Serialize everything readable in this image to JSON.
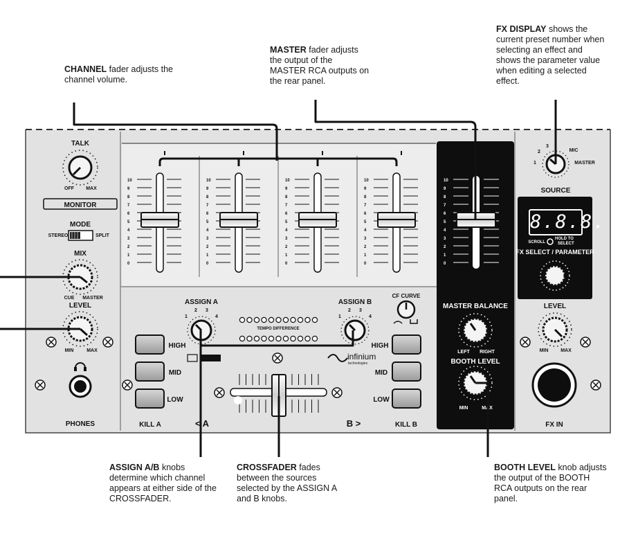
{
  "annotations": {
    "channel": {
      "title": "CHANNEL",
      "text": " fader adjusts the channel volume."
    },
    "master": {
      "title": "MASTER",
      "text": " fader adjusts the output of the MASTER RCA outputs on the rear panel."
    },
    "fx_display": {
      "title": "FX DISPLAY",
      "text": " shows the current preset number when selecting an effect and shows the parameter value when editing a selected effect."
    },
    "assign": {
      "title": "ASSIGN A/B",
      "text": " knobs determine which channel appears at either side of the CROSSFADER."
    },
    "crossfader": {
      "title": "CROSSFADER",
      "text": " fades between the sources selected by the ASSIGN A and B knobs."
    },
    "booth": {
      "title": "BOOTH LEVEL",
      "text": " knob adjusts the output of the BOOTH RCA outputs on the rear panel."
    }
  },
  "left_panel": {
    "talk": "TALK",
    "talk_off": "OFF",
    "talk_max": "MAX",
    "monitor": "MONITOR",
    "mode": "MODE",
    "stereo": "STEREO",
    "split": "SPLIT",
    "mix": "MIX",
    "cue": "CUE",
    "master": "MASTER",
    "level": "LEVEL",
    "min": "MIN",
    "max": "MAX",
    "phones": "PHONES"
  },
  "fader_scale": [
    "10",
    "9",
    "8",
    "7",
    "6",
    "5",
    "4",
    "3",
    "2",
    "1",
    "0"
  ],
  "center": {
    "assign_a": "ASSIGN A",
    "assign_b": "ASSIGN B",
    "assign_nums": [
      "1",
      "2",
      "3",
      "4"
    ],
    "tempo": "TEMPO DIFFERENCE",
    "cf_curve": "CF CURVE",
    "high": "HIGH",
    "mid": "MID",
    "low": "LOW",
    "kill_a": "KILL A",
    "kill_b": "KILL B",
    "a_label": "< A",
    "b_label": "B >",
    "brand": "infinium",
    "brand_sub": "technologies"
  },
  "right_panel": {
    "master_balance": "MASTER BALANCE",
    "left": "LEFT",
    "right": "RIGHT",
    "booth_level": "BOOTH LEVEL",
    "min": "MIN",
    "max": "MAX",
    "source": "SOURCE",
    "src_1": "1",
    "src_2": "2",
    "src_3": "3",
    "src_mic": "MIC",
    "src_master": "MASTER",
    "display": "8.8.8.",
    "scroll": "SCROLL",
    "hold_to": "HOLD TO",
    "select": "SELECT",
    "fx_select": "FX SELECT / PARAMETER",
    "level": "LEVEL",
    "fx_in": "FX IN"
  }
}
